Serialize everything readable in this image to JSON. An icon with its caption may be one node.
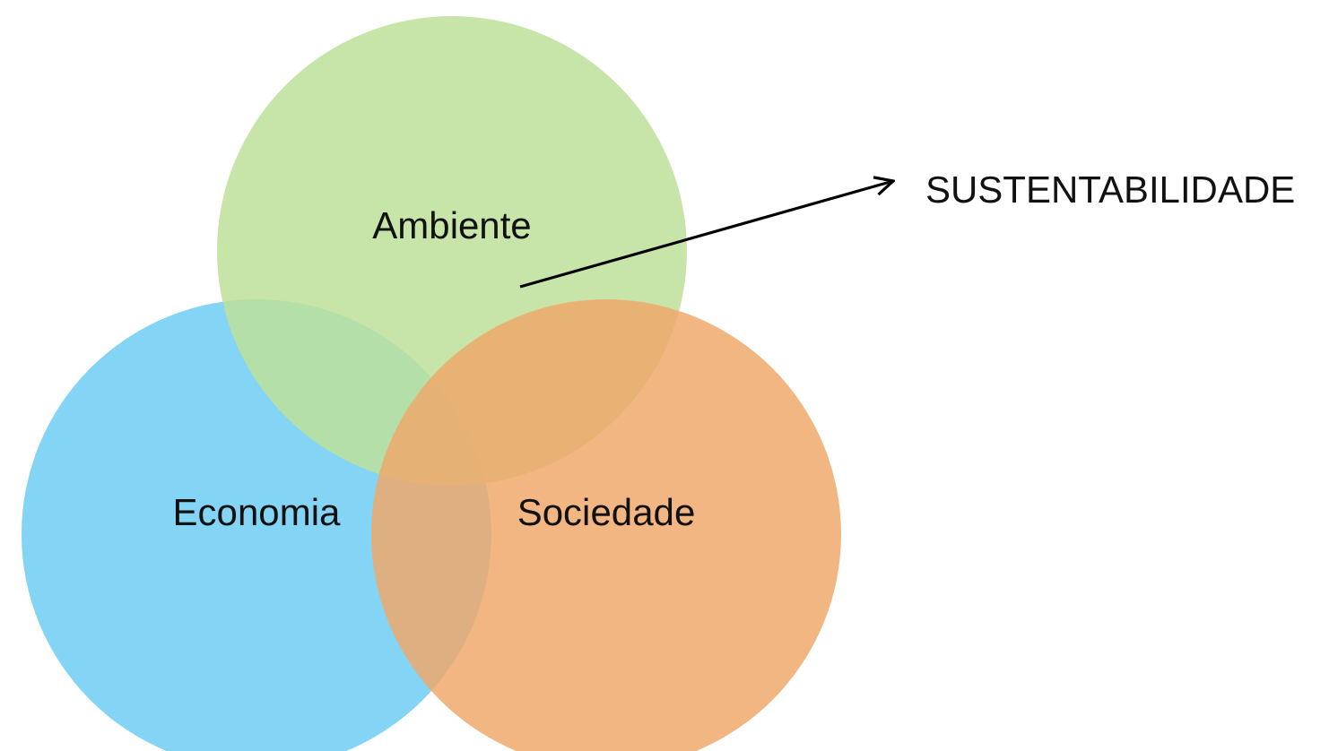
{
  "diagram": {
    "nodes": [
      {
        "text": [
          "Ambiente"
        ]
      },
      {
        "text": [
          "Economia"
        ]
      },
      {
        "text": [
          "Sociedade"
        ]
      },
      {
        "text": [
          "SUSTENTABILIDADE"
        ]
      }
    ],
    "edges": [
      {
        "from": 0,
        "to": 3,
        "arrow": "to"
      }
    ]
  }
}
